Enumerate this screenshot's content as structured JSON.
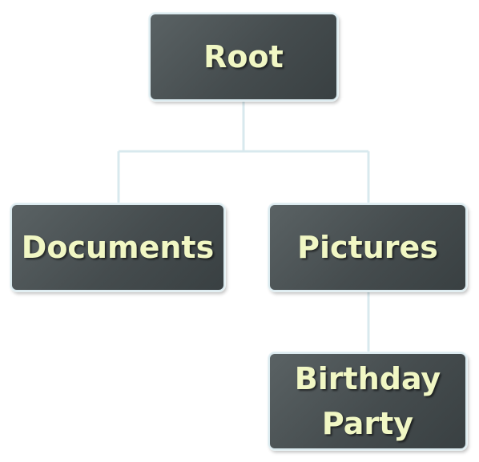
{
  "diagram": {
    "nodes": {
      "root": {
        "label": "Root"
      },
      "documents": {
        "label": "Documents"
      },
      "pictures": {
        "label": "Pictures"
      },
      "birthday_party": {
        "label": "Birthday\nParty"
      }
    },
    "edges": [
      {
        "from": "root",
        "to": "documents"
      },
      {
        "from": "root",
        "to": "pictures"
      },
      {
        "from": "pictures",
        "to": "birthday_party"
      }
    ],
    "colors": {
      "node_fill": "#4a5153",
      "node_border": "#dcebf0",
      "label_text": "#f1f7c4",
      "connector": "#d8e9ee",
      "background": "#ffffff"
    }
  }
}
